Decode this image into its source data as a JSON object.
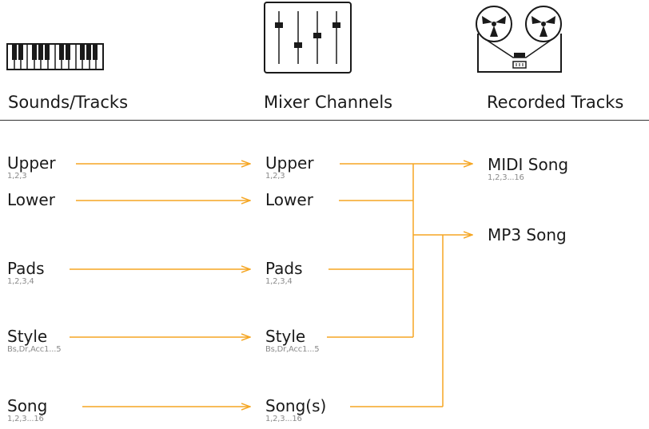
{
  "headers": {
    "sources": "Sounds/Tracks",
    "mixer": "Mixer Channels",
    "recorded": "Recorded Tracks"
  },
  "sources": [
    {
      "label": "Upper",
      "sub": "1,2,3"
    },
    {
      "label": "Lower",
      "sub": ""
    },
    {
      "label": "Pads",
      "sub": "1,2,3,4"
    },
    {
      "label": "Style",
      "sub": "Bs,Dr,Acc1...5"
    },
    {
      "label": "Song",
      "sub": "1,2,3...16"
    }
  ],
  "mixer": [
    {
      "label": "Upper",
      "sub": "1,2,3"
    },
    {
      "label": "Lower",
      "sub": ""
    },
    {
      "label": "Pads",
      "sub": "1,2,3,4"
    },
    {
      "label": "Style",
      "sub": "Bs,Dr,Acc1...5"
    },
    {
      "label": "Song(s)",
      "sub": "1,2,3...16"
    }
  ],
  "outputs": [
    {
      "label": "MIDI Song",
      "sub": "1,2,3...16"
    },
    {
      "label": "MP3 Song",
      "sub": ""
    }
  ],
  "icons": {
    "keyboard": "piano-keyboard-icon",
    "mixer": "mixer-faders-icon",
    "recorder": "tape-recorder-icon"
  },
  "colors": {
    "arrow": "#f5a623",
    "text": "#1a1a1a",
    "subtext": "#8a8a8a",
    "rule": "#333333"
  }
}
